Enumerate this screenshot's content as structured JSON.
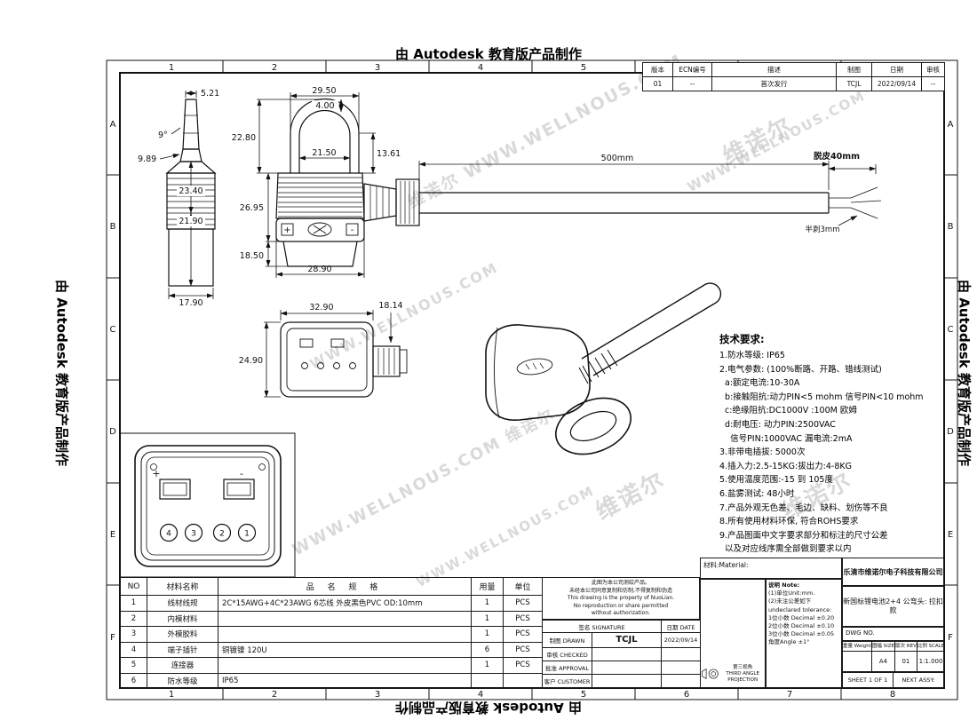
{
  "edu_banner": "由 Autodesk 教育版产品制作",
  "watermark": {
    "brand": "维诺尔",
    "url": "WWW.WELLNOUS.COM"
  },
  "frame": {
    "cols": [
      "1",
      "2",
      "3",
      "4",
      "5",
      "6",
      "7",
      "8"
    ],
    "rows": [
      "A",
      "B",
      "C",
      "D",
      "E",
      "F"
    ]
  },
  "revision": {
    "headers": [
      "版本",
      "ECN编号",
      "描述",
      "制图",
      "日期",
      "审核"
    ],
    "row": [
      "01",
      "--",
      "首次发行",
      "TCJL",
      "2022/09/14",
      "--"
    ]
  },
  "dims": {
    "tip_width": "5.21",
    "tip_angle": "9°",
    "collar_height": "9.89",
    "upper_height": "23.40",
    "lower_height": "21.90",
    "body_width": "17.90",
    "shackle_outer": "29.50",
    "shackle_wire": "4.00",
    "shackle_inner": "21.50",
    "shackle_leg": "13.61",
    "loop_height": "22.80",
    "front_height": "26.95",
    "skirt_height": "18.50",
    "front_width": "28.90",
    "cable_length": "500mm",
    "strip_label": "脱皮40mm",
    "half_strip_label": "半剥3mm",
    "face_width": "32.90",
    "barrel_dia": "18.14",
    "face_height": "24.90"
  },
  "face_view": {
    "plus": "+",
    "minus": "-",
    "pins": [
      "4",
      "3",
      "2",
      "1"
    ]
  },
  "tech": {
    "title": "技术要求:",
    "lines": [
      "1.防水等级: IP65",
      "2.电气参数: (100%断路、开路、错线测试)",
      "  a:额定电流:10-30A",
      "  b:接触阻抗:动力PIN<5 mohm 信号PIN<10 mohm",
      "  c:绝缘阻抗:DC1000V :100M 欧姆",
      "  d:耐电压: 动力PIN:2500VAC",
      "    信号PIN:1000VAC 漏电流:2mA",
      "3.非带电插拔: 5000次",
      "4.插入力:2.5-15KG:拔出力:4-8KG",
      "5.使用温度范围:-15 到 105度",
      "6.盐雾测试: 48小时",
      "7.产品外观无色差、毛边、缺料、划伤等不良",
      "8.所有使用材料环保, 符合ROHS要求",
      "9.产品图面中文字要求部分和标注的尺寸公差",
      "  以及对应线序需全部做到要求以内"
    ]
  },
  "bom": {
    "headers": [
      "NO",
      "材料名称",
      "品 名 规 格",
      "用量",
      "单位"
    ],
    "rows": [
      [
        "1",
        "线材线规",
        "2C*15AWG+4C*23AWG 6芯线 外皮黑色PVC OD:10mm",
        "1",
        "PCS"
      ],
      [
        "2",
        "内模材料",
        "",
        "1",
        "PCS"
      ],
      [
        "3",
        "外模胶料",
        "",
        "1",
        "PCS"
      ],
      [
        "4",
        "端子插针",
        "铜镀镍 120U",
        "6",
        "PCS"
      ],
      [
        "5",
        "连接器",
        "",
        "1",
        "PCS"
      ],
      [
        "6",
        "防水等级",
        "IP65",
        "",
        ""
      ]
    ]
  },
  "disclaimer": {
    "lines": [
      "此图为本公司测绘产品。",
      "未经本公司同意复制和仿制,不得复制和伪造",
      "This drawing is the property of NuoLian.",
      "No reproduction or share permitted",
      "without authorization."
    ]
  },
  "signoff": {
    "sig_header": "签名 SIGNATURE",
    "date_header": "日期 DATE",
    "rows": [
      [
        "制图 DRAWN",
        "TCJL",
        "2022/09/14"
      ],
      [
        "审核 CHECKED",
        "",
        ""
      ],
      [
        "批准 APPROVAL",
        "",
        ""
      ],
      [
        "客户 CUSTOMER",
        "",
        ""
      ]
    ]
  },
  "material_label": "材料:Material:",
  "notes": {
    "title": "说明 Note:",
    "lines": [
      "(1)单位Unit:mm.",
      "(2)未注公差如下",
      "undeclared tolerance:",
      "1位小数 Decimal ±0.20",
      "2位小数 Decimal ±0.10",
      "3位小数 Decimal ±0.05",
      "角度Angle ±1°"
    ]
  },
  "title_block": {
    "company": "乐清市维诺尔电子科技有限公司",
    "product": "新国标锂电池2+4 公弯头: 拉扣款",
    "dwg_no_label": "DWG NO.",
    "projection_cn": "第三视角",
    "projection_en": "THIRD ANGLE PROJECTION",
    "weight_label": "重量 Weight",
    "size_label": "图幅 SIZE",
    "rev_label": "版次 REV",
    "scale_label": "比例 SCALE",
    "weight": "",
    "size": "A4",
    "rev": "01",
    "scale": "1:1.000",
    "sheet": "SHEET 1 OF 1",
    "next_assy": "NEXT ASSY:"
  }
}
